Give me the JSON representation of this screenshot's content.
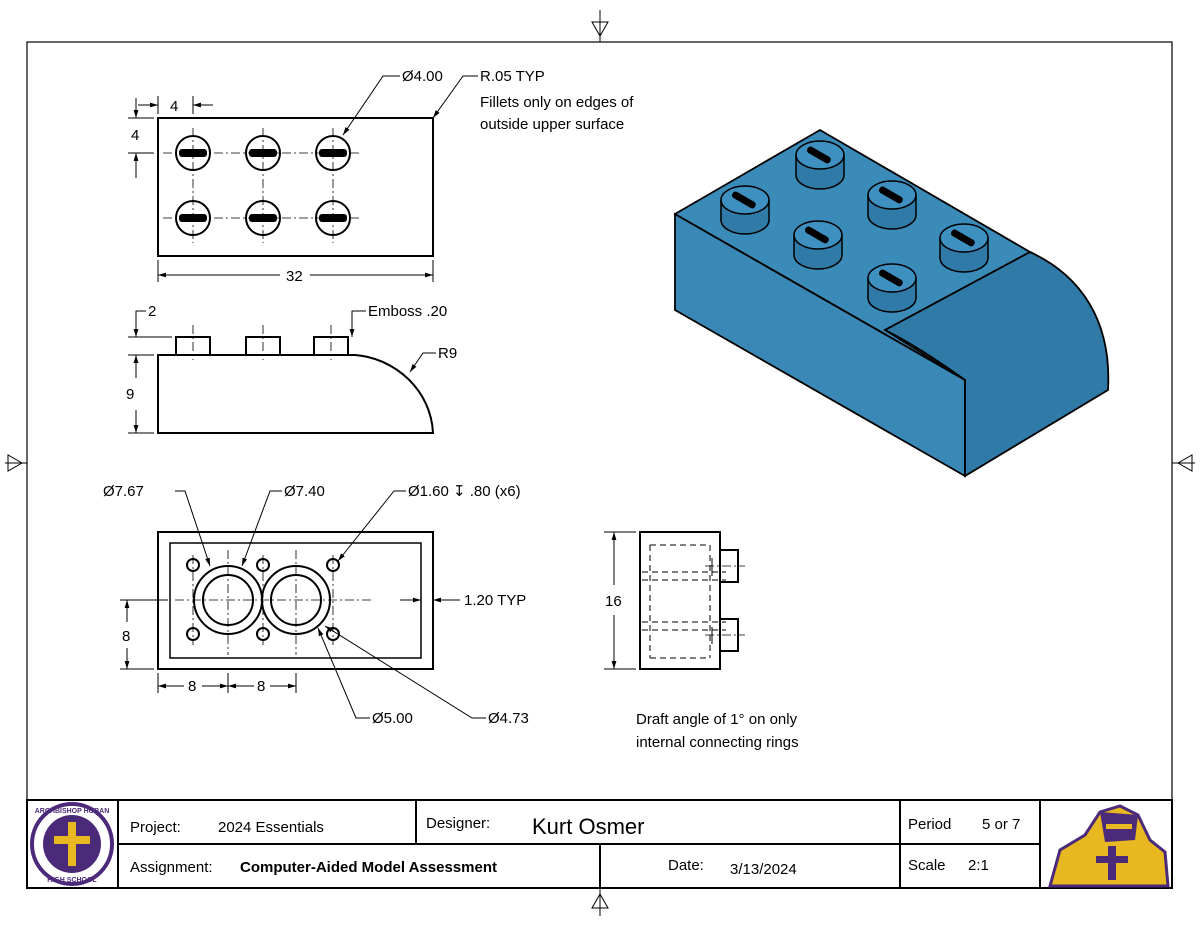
{
  "dimensions": {
    "top_pitch": "4",
    "top_edge": "4",
    "top_length": "32",
    "stud_dia": "Ø4.00",
    "fillet": "R.05 TYP",
    "fillet_note_1": "Fillets only on edges of",
    "fillet_note_2": "outside upper surface",
    "stud_height": "2",
    "emboss": "Emboss .20",
    "radius": "R9",
    "height": "9",
    "ring_outer": "Ø7.67",
    "ring_inner": "Ø7.40",
    "pin_holes": "Ø1.60 ↧ .80 (x6)",
    "wall": "1.20 TYP",
    "bottom_height": "8",
    "pitch_a": "8",
    "pitch_b": "8",
    "ring2_inner": "Ø5.00",
    "ring2_outer": "Ø4.73",
    "side_width": "16",
    "draft_note_1": "Draft angle of 1° on only",
    "draft_note_2": "internal connecting rings"
  },
  "title_block": {
    "project_label": "Project:",
    "project_value": "2024 Essentials",
    "designer_label": "Designer:",
    "designer_value": "Kurt Osmer",
    "period_label": "Period",
    "period_value": "5 or 7",
    "assignment_label": "Assignment:",
    "assignment_value": "Computer-Aided Model Assessment",
    "date_label": "Date:",
    "date_value": "3/13/2024",
    "scale_label": "Scale",
    "scale_value": "2:1",
    "seal_text_top": "ARCHBISHOP HOBAN",
    "seal_text_bottom": "HIGH SCHOOL"
  },
  "colors": {
    "model_face": "#3a88b5",
    "model_top": "#3b8bb9",
    "model_side": "#2f7aa6",
    "mascot_gold": "#e8b820",
    "mascot_purple": "#4b2a7a"
  }
}
